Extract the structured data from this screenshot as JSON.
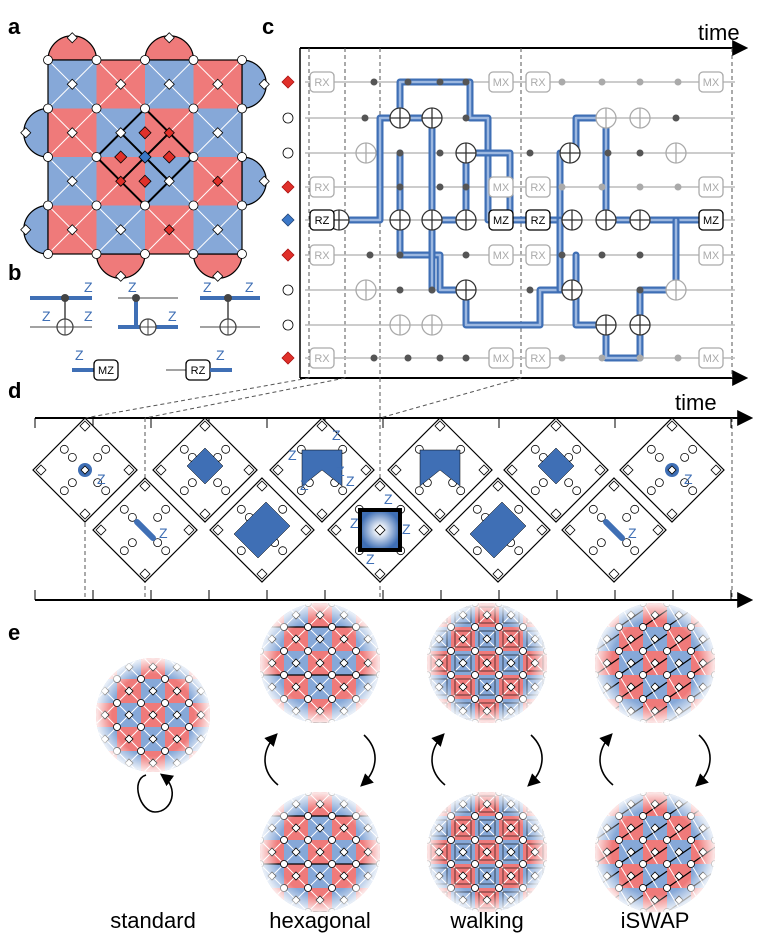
{
  "panels": {
    "a": "a",
    "b": "b",
    "c": "c",
    "d": "d",
    "e": "e"
  },
  "time_label": "time",
  "gate_labels": {
    "rx": "RX",
    "mx": "MX",
    "mz": "MZ",
    "rz": "RZ",
    "z": "Z"
  },
  "layouts": [
    "standard",
    "hexagonal",
    "walking",
    "iSWAP"
  ],
  "colors": {
    "red": "#ef7a7a",
    "blue": "#86a8d8",
    "wire_blue": "#3f6fb5",
    "gray": "#999999",
    "marker_red": "#e0302a",
    "marker_blue": "#3b78c8"
  },
  "qubit_rows": [
    "red-diamond",
    "circle",
    "circle",
    "red-diamond",
    "blue-diamond",
    "red-diamond",
    "circle",
    "circle",
    "red-diamond"
  ]
}
